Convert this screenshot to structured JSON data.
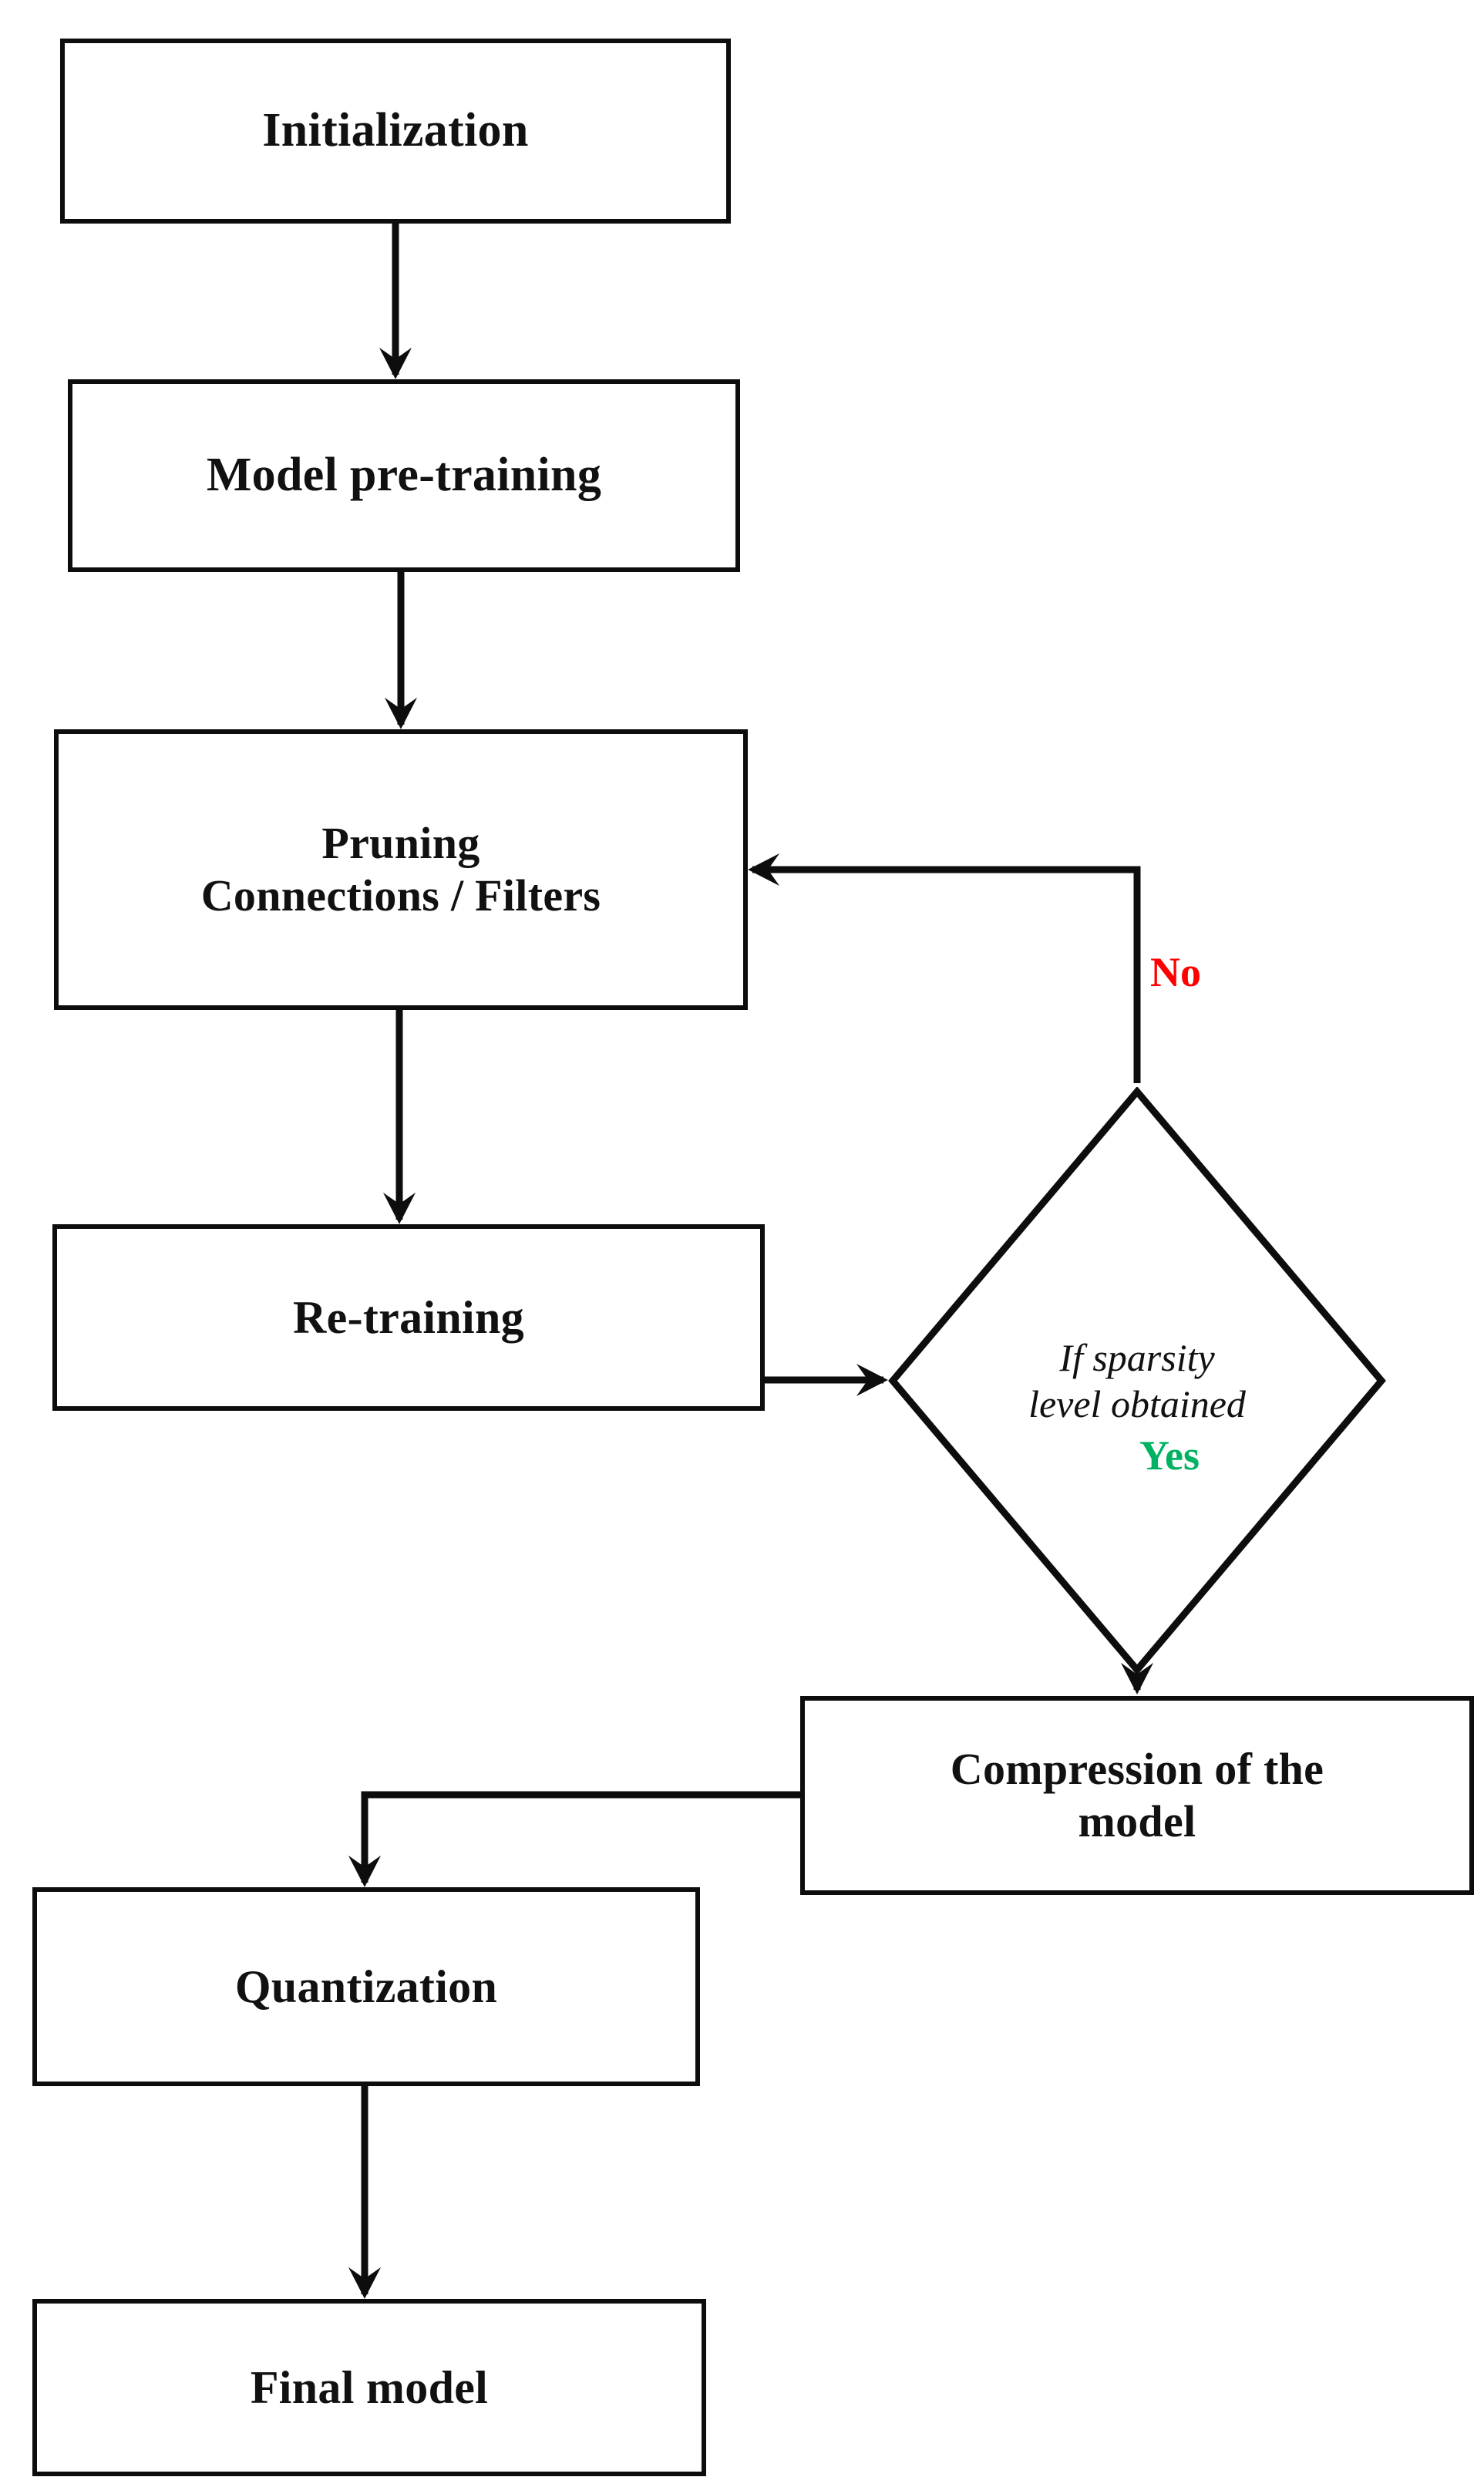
{
  "diagram": {
    "title": "Model compression pipeline flowchart",
    "type": "flowchart",
    "nodes": [
      {
        "id": "initialization",
        "shape": "process",
        "label": "Initialization"
      },
      {
        "id": "pretraining",
        "shape": "process",
        "label": "Model pre-training"
      },
      {
        "id": "pruning",
        "shape": "process",
        "label": "Pruning\nConnections / Filters",
        "line1": "Pruning",
        "line2": "Connections / Filters"
      },
      {
        "id": "retraining",
        "shape": "process",
        "label": "Re-training"
      },
      {
        "id": "decision",
        "shape": "diamond",
        "label": "If sparsity level obtained",
        "line1": "If sparsity",
        "line2": "level obtained"
      },
      {
        "id": "compression",
        "shape": "process",
        "label": "Compression of the model",
        "line1": "Compression of the",
        "line2": "model"
      },
      {
        "id": "quantization",
        "shape": "process",
        "label": "Quantization"
      },
      {
        "id": "finalmodel",
        "shape": "process",
        "label": "Final model"
      }
    ],
    "edge_labels": {
      "no": "No",
      "yes": "Yes"
    },
    "colors": {
      "no": "#FF0000",
      "yes": "#00B261",
      "stroke": "#0d0d0d",
      "fill": "#ffffff",
      "text": "#111111"
    },
    "edges": [
      {
        "from": "initialization",
        "to": "pretraining",
        "label": ""
      },
      {
        "from": "pretraining",
        "to": "pruning",
        "label": ""
      },
      {
        "from": "pruning",
        "to": "retraining",
        "label": ""
      },
      {
        "from": "retraining",
        "to": "decision",
        "label": ""
      },
      {
        "from": "decision",
        "to": "pruning",
        "label": "No"
      },
      {
        "from": "decision",
        "to": "compression",
        "label": "Yes"
      },
      {
        "from": "compression",
        "to": "quantization",
        "label": ""
      },
      {
        "from": "quantization",
        "to": "finalmodel",
        "label": ""
      }
    ]
  }
}
